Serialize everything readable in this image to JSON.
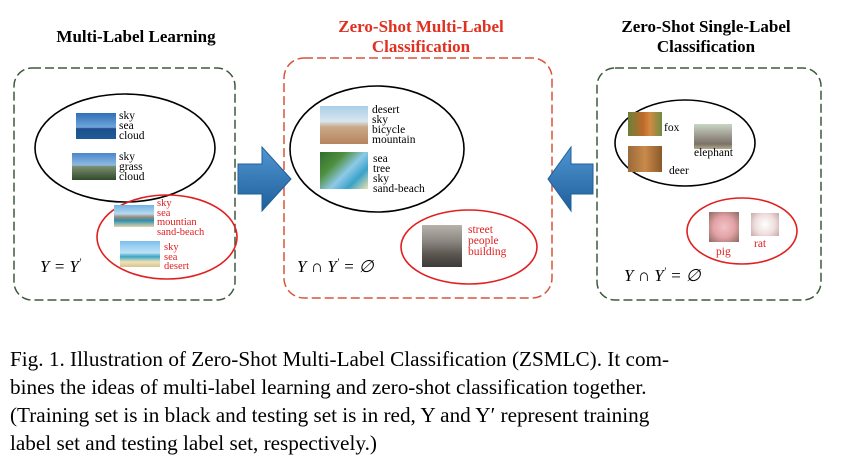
{
  "panels": {
    "left": {
      "title_line1": "Multi-Label Learning",
      "group1_labels": [
        "sky",
        "sea",
        "cloud"
      ],
      "group2_labels": [
        "sky",
        "grass",
        "cloud"
      ],
      "group3_labels": [
        "sky",
        "sea",
        "mountian",
        "sand-beach"
      ],
      "group4_labels": [
        "sky",
        "sea",
        "desert"
      ],
      "formula": "Y = Y",
      "formula_sup": "'"
    },
    "middle": {
      "title_line1": "Zero-Shot Multi-Label",
      "title_line2": "Classification",
      "group1_labels": [
        "desert",
        "sky",
        "bicycle",
        "mountain"
      ],
      "group2_labels": [
        "sea",
        "tree",
        "sky",
        "sand-beach"
      ],
      "group3_labels": [
        "street",
        "people",
        "building"
      ],
      "formula_a": "Y ∩ Y",
      "formula_sup": "'",
      "formula_b": " = ∅"
    },
    "right": {
      "title_line1": "Zero-Shot Single-Label",
      "title_line2": "Classification",
      "labels_black": [
        "fox",
        "elephant",
        "deer"
      ],
      "labels_red": [
        "pig",
        "rat"
      ],
      "formula_a": "Y ∩ Y",
      "formula_sup": "'",
      "formula_b": " = ∅"
    }
  },
  "colors": {
    "green_dashed": "#3d5a3d",
    "red_dashed": "#d9553a",
    "red_ellipse": "#e02020",
    "arrow_blue": "#2e78b8",
    "title_red": "#e03020"
  },
  "caption": {
    "line1": "Fig. 1.  Illustration of Zero-Shot Multi-Label Classification (ZSMLC). It com-",
    "line2": "bines the ideas of multi-label learning and zero-shot classification together.",
    "line3": "(Training set is in black and testing set is in red, Y and Y′ represent training",
    "line4": "label set and testing label set, respectively.)"
  }
}
